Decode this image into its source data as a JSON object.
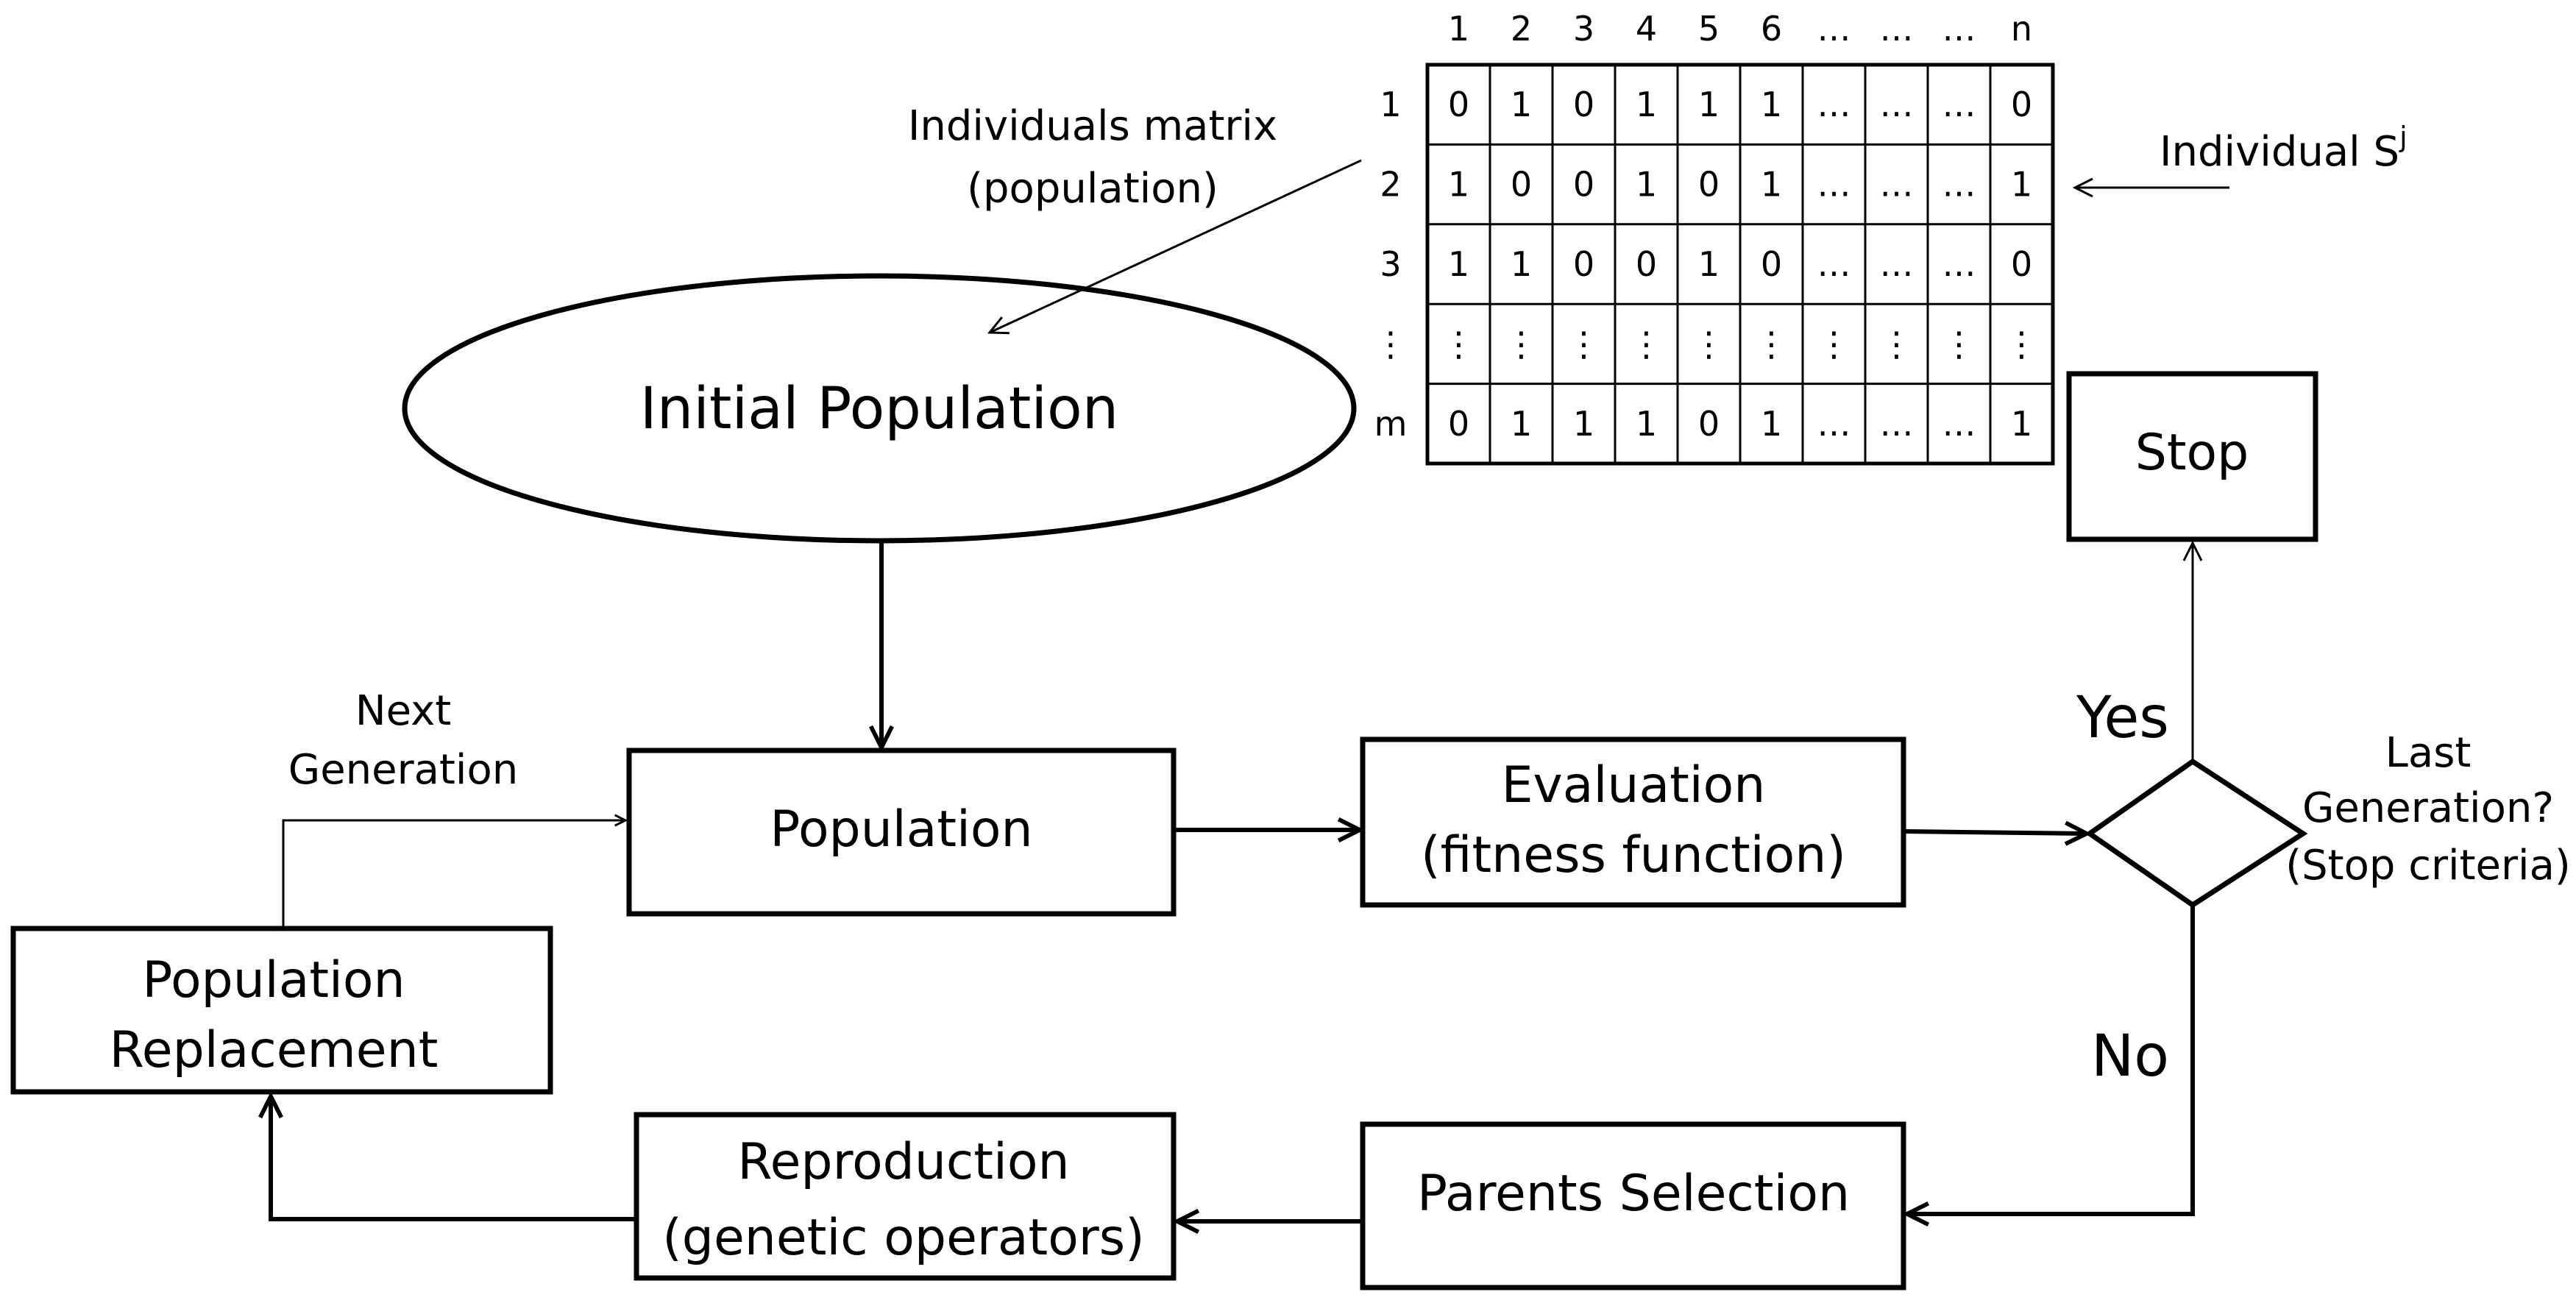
{
  "nodes": {
    "initial_population": "Initial Population",
    "population": "Population",
    "evaluation": [
      "Evaluation",
      "(fitness function)"
    ],
    "decision": [
      "Last",
      "Generation?",
      "(Stop criteria)"
    ],
    "stop": "Stop",
    "parents_selection": "Parents Selection",
    "reproduction": [
      "Reproduction",
      "(genetic operators)"
    ],
    "population_replacement": [
      "Population",
      "Replacement"
    ]
  },
  "edges": {
    "yes": "Yes",
    "no": "No",
    "next_generation": [
      "Next",
      "Generation"
    ]
  },
  "annotations": {
    "individuals_matrix": [
      "Individuals matrix",
      "(population)"
    ],
    "individual_prefix": "Individual S",
    "individual_superscript": "j"
  },
  "matrix": {
    "col_headers": [
      "1",
      "2",
      "3",
      "4",
      "5",
      "6",
      "…",
      "…",
      "…",
      "n"
    ],
    "row_headers": [
      "1",
      "2",
      "3",
      "⋮",
      "m"
    ],
    "rows": [
      [
        "0",
        "1",
        "0",
        "1",
        "1",
        "1",
        "…",
        "…",
        "…",
        "0"
      ],
      [
        "1",
        "0",
        "0",
        "1",
        "0",
        "1",
        "…",
        "…",
        "…",
        "1"
      ],
      [
        "1",
        "1",
        "0",
        "0",
        "1",
        "0",
        "…",
        "…",
        "…",
        "0"
      ],
      [
        "⋮",
        "⋮",
        "⋮",
        "⋮",
        "⋮",
        "⋮",
        "⋮",
        "⋮",
        "⋮",
        "⋮"
      ],
      [
        "0",
        "1",
        "1",
        "1",
        "0",
        "1",
        "…",
        "…",
        "…",
        "1"
      ]
    ]
  }
}
